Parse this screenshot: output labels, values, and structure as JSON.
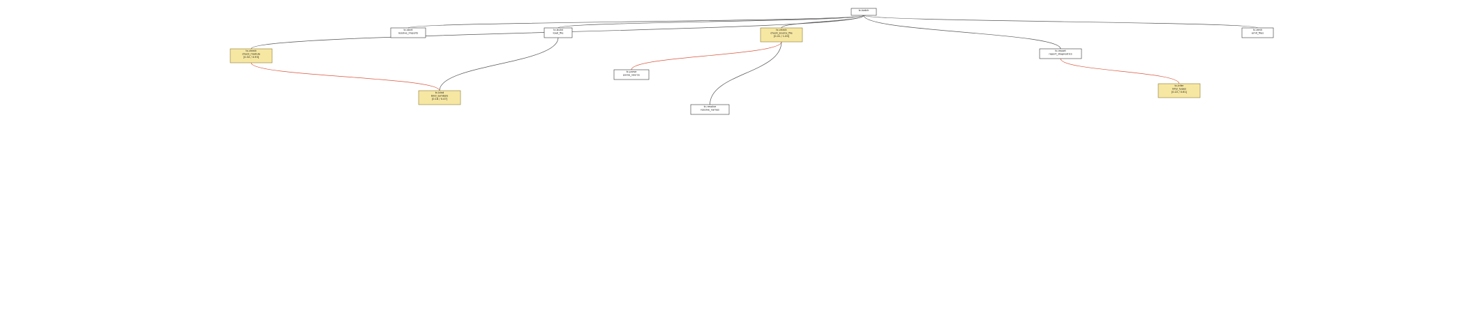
{
  "root": "tc-batch",
  "colors": {
    "highlight_fill": "#f6e7a3",
    "highlight_stroke": "#8a7a30",
    "plain_fill": "#ffffff",
    "plain_stroke": "#333333",
    "edge": "#555555",
    "edge_red": "#d9543a"
  },
  "node_lines": [
    {
      "id": "tc-batch",
      "lines": [
        "tc-batch"
      ]
    },
    {
      "id": "tc-build",
      "lines": [
        "tc-build",
        "load_file"
      ]
    },
    {
      "id": "tc-start",
      "lines": [
        "tc-start",
        "resolve_imports"
      ]
    },
    {
      "id": "tc-check-a",
      "lines": [
        "tc-check",
        "check_source_file",
        "[0.41 / 1.00]"
      ]
    },
    {
      "id": "tc-check-b",
      "lines": [
        "tc-check",
        "check_module",
        "[0.32 / 0.93]"
      ]
    },
    {
      "id": "tc-emit",
      "lines": [
        "tc-emit",
        "emit_files"
      ]
    },
    {
      "id": "tc-report",
      "lines": [
        "tc-report",
        "report_diagnostics"
      ]
    },
    {
      "id": "tc-parse",
      "lines": [
        "tc-parse",
        "parse_source"
      ]
    },
    {
      "id": "tc-infer",
      "lines": [
        "tc-infer",
        "infer_types",
        "[0.22 / 0.61]"
      ]
    },
    {
      "id": "tc-resolve",
      "lines": [
        "tc-resolve",
        "resolve_names"
      ]
    },
    {
      "id": "tc-bind",
      "lines": [
        "tc-bind",
        "bind_symbols",
        "[0.18 / 0.47]"
      ]
    }
  ]
}
